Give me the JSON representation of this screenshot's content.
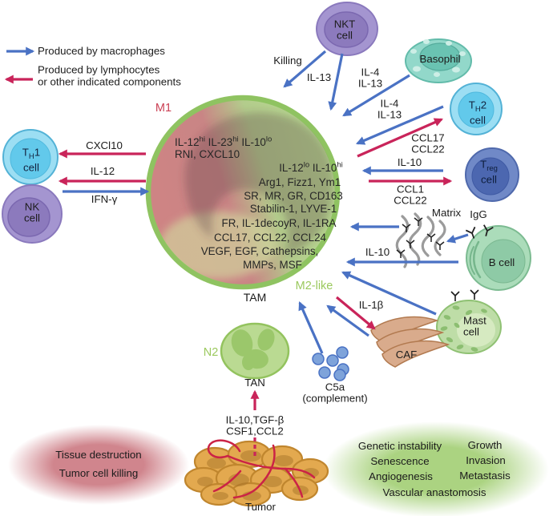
{
  "legend": {
    "macrophage_arrow_label": "Produced by macrophages",
    "lymphocyte_arrow_label_line1": "Produced by lymphocytes",
    "lymphocyte_arrow_label_line2": "or other indicated components"
  },
  "colors": {
    "macrophage_arrow_blue": "#4a72c4",
    "lymphocyte_arrow_red": "#c9245a",
    "m1_label_red": "#cb4155",
    "m2_label_green": "#9bc95e",
    "tam_rim_green": "#8fc361",
    "tam_m1_side": "#cf8484",
    "tam_m2_side": "#b9dc92"
  },
  "cells": {
    "nkt": {
      "name_line1": "NKT",
      "name_line2": "cell"
    },
    "basophil": {
      "name": "Basophil"
    },
    "th2": {
      "prefix": "T",
      "sub": "H",
      "suffix": "2",
      "line2": "cell"
    },
    "th1": {
      "prefix": "T",
      "sub": "H",
      "suffix": "1",
      "line2": "cell"
    },
    "treg": {
      "prefix": "T",
      "sub": "reg",
      "suffix": "",
      "line2": "cell"
    },
    "nk": {
      "name_line1": "NK",
      "name_line2": "cell"
    },
    "b_cell": {
      "name": "B cell"
    },
    "mast": {
      "name_line1": "Mast",
      "name_line2": "cell"
    },
    "tan": {
      "name": "TAN",
      "phenotype": "N2"
    },
    "tam": {
      "name": "TAM",
      "m1_label": "M1",
      "m2_label": "M2-like"
    },
    "caf": {
      "name": "CAF"
    },
    "c5a": {
      "name": "C5a",
      "qualifier": "(complement)"
    },
    "tumor": {
      "name": "Tumor"
    },
    "matrix": {
      "name": "Matrix"
    },
    "igg": {
      "name": "IgG"
    }
  },
  "tam_contents": {
    "m1_markers": {
      "p1": "IL-12",
      "s1": "hi",
      "p2": " IL-23",
      "s2": "hi",
      "p3": " IL-10",
      "s3": "lo"
    },
    "m1_line2": "RNI, CXCL10",
    "m2_markers": {
      "p1": "IL-12",
      "s1": "lo",
      "p2": " IL-10",
      "s2": "hi"
    },
    "m2_lines": [
      "Arg1, Fizz1, Ym1",
      "SR, MR, GR, CD163",
      "Stabilin-1, LYVE-1",
      "FR, IL-1decoyR, IL-1RA",
      "CCL17, CCL22, CCL24",
      "VEGF, EGF, Cathepsins,",
      "MMPs, MSF"
    ]
  },
  "signals": {
    "killing": "Killing",
    "il13": "IL-13",
    "il4_il13_basophil": {
      "line1": "IL-4",
      "line2": "IL-13"
    },
    "il4_il13_th2": {
      "line1": "IL-4",
      "line2": "IL-13"
    },
    "ccl17_ccl22": {
      "line1": "CCL17",
      "line2": "CCL22"
    },
    "il10_treg": "IL-10",
    "ccl1_ccl22": {
      "line1": "CCL1",
      "line2": "CCL22"
    },
    "cxcl10": "CXCl10",
    "il12": "IL-12",
    "ifn_gamma": "IFN-γ",
    "il10_bcell": "IL-10",
    "il1_beta": "IL-1β",
    "tumor_to_tan": {
      "line1": "IL-10,TGF-β",
      "line2": "CSF1,CCL2"
    }
  },
  "outcomes": {
    "m1_box": {
      "line1": "Tissue destruction",
      "line2": "Tumor cell killing"
    },
    "m2_box": {
      "col1": [
        "Genetic instability",
        "Senescence",
        "Angiogenesis"
      ],
      "col2": [
        "Growth",
        "Invasion",
        "Metastasis"
      ],
      "bottom": "Vascular anastomosis"
    }
  }
}
